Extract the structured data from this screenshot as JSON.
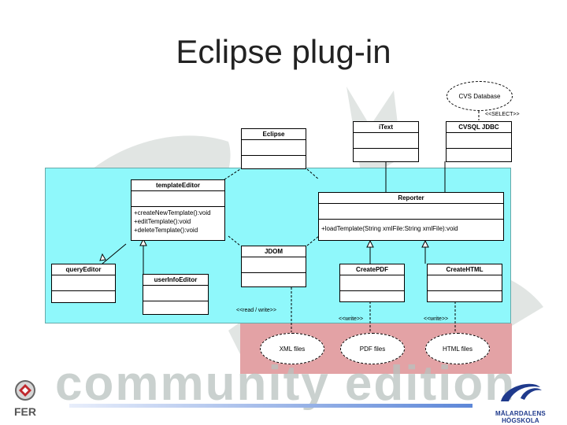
{
  "slide": {
    "title": "Eclipse plug-in",
    "watermark": "community edition"
  },
  "diagram": {
    "classes": {
      "eclipse": "Eclipse",
      "itext": "iText",
      "cvsql": "CVSQL JDBC",
      "template_editor": "templateEditor",
      "reporter": "Reporter",
      "jdom": "JDOM",
      "query_editor": "queryEditor",
      "user_info_editor": "userInfoEditor",
      "create_pdf": "CreatePDF",
      "create_html": "CreateHTML"
    },
    "methods": {
      "template_editor": [
        "+createNewTemplate():void",
        "+editTemplate():void",
        "+deleteTemplate():void"
      ],
      "reporter": [
        "+loadTemplate(String xmlFile:String xmlFile):void"
      ]
    },
    "storage": {
      "cvs_database": "CVS Database",
      "xml_files": "XML files",
      "pdf_files": "PDF files",
      "html_files": "HTML files"
    },
    "labels": {
      "select": "<<SELECT>>",
      "read_write": "<<read / write>>",
      "write1": "<<write>>",
      "write2": "<<write>>"
    }
  },
  "footer": {
    "left_logo_text": "FER",
    "right_logo_text": "MÄLARDALENS HÖGSKOLA"
  },
  "colors": {
    "cyan_panel": "#8ff8fb",
    "red_panel": "#e3a2a5",
    "footer_bar": "#5d87d8"
  }
}
